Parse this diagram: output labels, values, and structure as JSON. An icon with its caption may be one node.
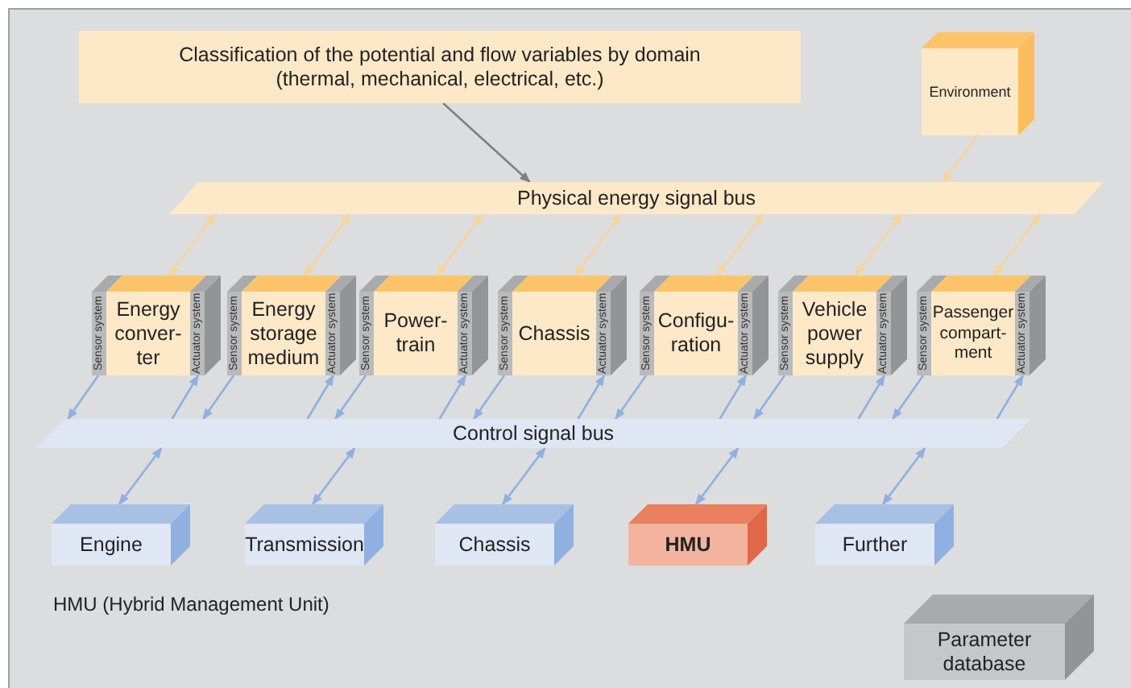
{
  "diagram": {
    "nodes": [
      {
        "text": [
          "Classification of the potential and flow variables by domain (thermal, mechanical, electrical, etc.)"
        ]
      },
      {
        "text": [
          "Environment"
        ]
      },
      {
        "text": [
          "Physical energy signal bus"
        ]
      },
      {
        "text": [
          "Sensor system",
          "Energy conver-ter",
          "Actuator system"
        ]
      },
      {
        "text": [
          "Sensor system",
          "Energy storage medium",
          "Actuator system"
        ]
      },
      {
        "text": [
          "Sensor system",
          "Power-train",
          "Actuator system"
        ]
      },
      {
        "text": [
          "Sensor system",
          "Chassis",
          "Actuator system"
        ]
      },
      {
        "text": [
          "Sensor system",
          "Configu-ration",
          "Actuator system"
        ]
      },
      {
        "text": [
          "Sensor system",
          "Vehicle power supply",
          "Actuator system"
        ]
      },
      {
        "text": [
          "Sensor system",
          "Passenger compart-ment",
          "Actuator system"
        ]
      },
      {
        "text": [
          "Control signal bus"
        ]
      },
      {
        "text": [
          "Engine"
        ]
      },
      {
        "text": [
          "Transmission"
        ]
      },
      {
        "text": [
          "Chassis"
        ]
      },
      {
        "text": [
          "HMU"
        ]
      },
      {
        "text": [
          "Further"
        ]
      },
      {
        "text": [
          "Parameter database"
        ]
      }
    ],
    "edges": [
      {
        "from": 0,
        "to": 2,
        "arrow": "to",
        "color": "#808080"
      },
      {
        "from": 1,
        "to": 2,
        "arrow": "to",
        "color": "#f8d49a"
      },
      {
        "from": 2,
        "to": 3,
        "arrow": "both",
        "color": "#f8d49a"
      },
      {
        "from": 2,
        "to": 4,
        "arrow": "both",
        "color": "#f8d49a"
      },
      {
        "from": 2,
        "to": 5,
        "arrow": "both",
        "color": "#f8d49a"
      },
      {
        "from": 2,
        "to": 6,
        "arrow": "both",
        "color": "#f8d49a"
      },
      {
        "from": 2,
        "to": 7,
        "arrow": "both",
        "color": "#f8d49a"
      },
      {
        "from": 2,
        "to": 8,
        "arrow": "both",
        "color": "#f8d49a"
      },
      {
        "from": 2,
        "to": 9,
        "arrow": "both",
        "color": "#f8d49a"
      },
      {
        "from": 3,
        "to": 10,
        "arrow": "to"
      },
      {
        "from": 10,
        "to": 3,
        "arrow": "to"
      },
      {
        "from": 4,
        "to": 10,
        "arrow": "to"
      },
      {
        "from": 10,
        "to": 4,
        "arrow": "to"
      },
      {
        "from": 5,
        "to": 10,
        "arrow": "to"
      },
      {
        "from": 10,
        "to": 5,
        "arrow": "to"
      },
      {
        "from": 6,
        "to": 10,
        "arrow": "to"
      },
      {
        "from": 10,
        "to": 6,
        "arrow": "to"
      },
      {
        "from": 7,
        "to": 10,
        "arrow": "to"
      },
      {
        "from": 10,
        "to": 7,
        "arrow": "to"
      },
      {
        "from": 8,
        "to": 10,
        "arrow": "to"
      },
      {
        "from": 10,
        "to": 8,
        "arrow": "to"
      },
      {
        "from": 9,
        "to": 10,
        "arrow": "to"
      },
      {
        "from": 10,
        "to": 9,
        "arrow": "to"
      },
      {
        "from": 10,
        "to": 11,
        "arrow": "both"
      },
      {
        "from": 10,
        "to": 12,
        "arrow": "both"
      },
      {
        "from": 10,
        "to": 13,
        "arrow": "both"
      },
      {
        "from": 10,
        "to": 14,
        "arrow": "both"
      },
      {
        "from": 10,
        "to": 15,
        "arrow": "both"
      }
    ],
    "labels": [
      "HMU (Hybrid Management Unit)"
    ]
  }
}
